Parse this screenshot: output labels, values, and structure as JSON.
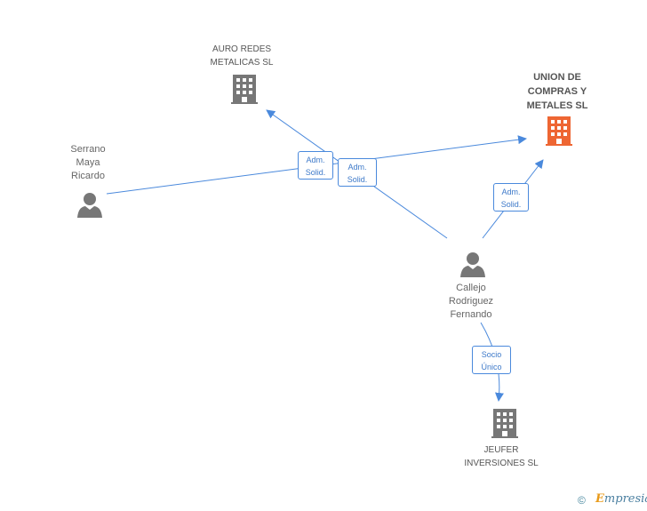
{
  "nodes": {
    "auro": {
      "type": "company",
      "label": "AURO REDES\nMETALICAS SL",
      "color": "#777777"
    },
    "union": {
      "type": "company",
      "label": "UNION DE\nCOMPRAS Y\nMETALES SL",
      "color": "#ee6633",
      "focus": true
    },
    "serrano": {
      "type": "person",
      "label": "Serrano\nMaya\nRicardo",
      "color": "#777777"
    },
    "callejo": {
      "type": "person",
      "label": "Callejo\nRodriguez\nFernando",
      "color": "#777777"
    },
    "jeufer": {
      "type": "company",
      "label": "JEUFER\nINVERSIONES SL",
      "color": "#777777"
    }
  },
  "edges": [
    {
      "from": "serrano",
      "to": "union",
      "label": "Adm.\nSolid."
    },
    {
      "from": "callejo",
      "to": "auro",
      "label": "Adm.\nSolid."
    },
    {
      "from": "callejo",
      "to": "union",
      "label": "Adm.\nSolid."
    },
    {
      "from": "callejo",
      "to": "jeufer",
      "label": "Socio\nÚnico"
    }
  ],
  "colors": {
    "edge": "#4a89dc",
    "icon": "#777777",
    "focus_icon": "#ee6633"
  },
  "footer": {
    "copyright": "©",
    "brand_first": "E",
    "brand_rest": "mpresia"
  }
}
